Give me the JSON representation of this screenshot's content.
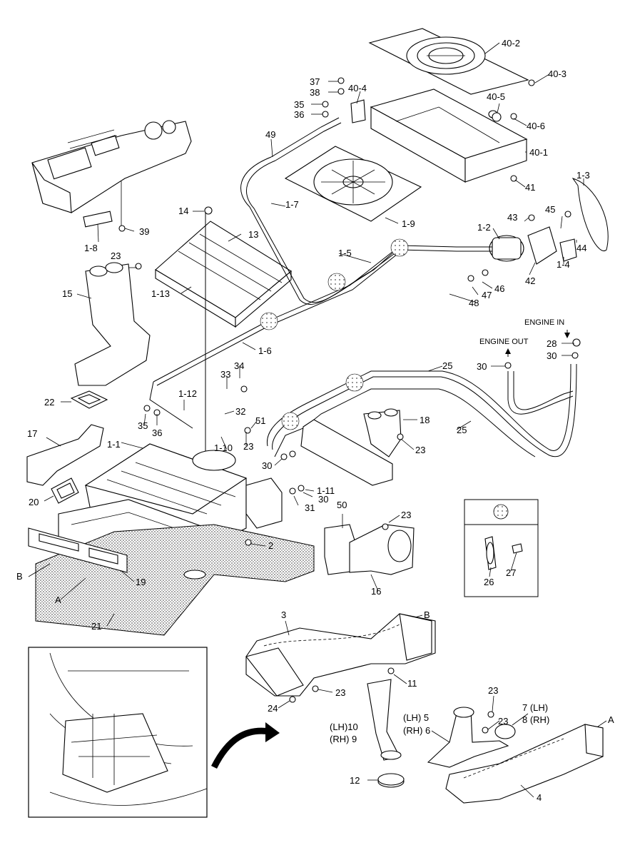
{
  "labels": {
    "p40_2": "40-2",
    "p40_3": "40-3",
    "p40_4": "40-4",
    "p40_5": "40-5",
    "p40_6": "40-6",
    "p40_1": "40-1",
    "p41": "41",
    "p37": "37",
    "p38": "38",
    "p35a": "35",
    "p36a": "36",
    "p49": "49",
    "p1_3": "1-3",
    "p39": "39",
    "p1_8": "1-8",
    "p14": "14",
    "p13": "13",
    "p1_7": "1-7",
    "p1_9": "1-9",
    "p43": "43",
    "p45": "45",
    "p1_2": "1-2",
    "p44": "44",
    "p1_5": "1-5",
    "p1_4": "1-4",
    "p42": "42",
    "p23a": "23",
    "p15": "15",
    "p1_13": "1-13",
    "p46": "46",
    "p47": "47",
    "p48": "48",
    "p1_6": "1-6",
    "p28": "28",
    "p30a": "30",
    "p30b": "30",
    "p25a": "25",
    "p25b": "25",
    "p33": "33",
    "p34": "34",
    "p1_12": "1-12",
    "p32": "32",
    "p22": "22",
    "p35b": "35",
    "p36b": "36",
    "p18": "18",
    "p51": "51",
    "p23b": "23",
    "p23c": "23",
    "p17": "17",
    "p1_1": "1-1",
    "p1_10": "1-10",
    "p30c": "30",
    "p30d": "30",
    "p1_11": "1-11",
    "p31": "31",
    "p20": "20",
    "p50": "50",
    "p23d": "23",
    "p2": "2",
    "p26": "26",
    "p27": "27",
    "pB1": "B",
    "p19": "19",
    "pA1": "A",
    "p16": "16",
    "p21": "21",
    "p3": "3",
    "pB2": "B",
    "p11": "11",
    "p23e": "23",
    "p24": "24",
    "p23f": "23",
    "p7": "7 (LH)",
    "p8": "8 (RH)",
    "p23g": "23",
    "p5": "(LH) 5",
    "p6": "(RH) 6",
    "p10": "(LH)10",
    "p9": "(RH) 9",
    "pA2": "A",
    "p12": "12",
    "p4": "4"
  },
  "annotations": {
    "engine_in": "ENGINE IN",
    "engine_out": "ENGINE OUT"
  },
  "colors": {
    "line": "#000000",
    "hatch": "#bdbdbd",
    "background": "#ffffff"
  }
}
